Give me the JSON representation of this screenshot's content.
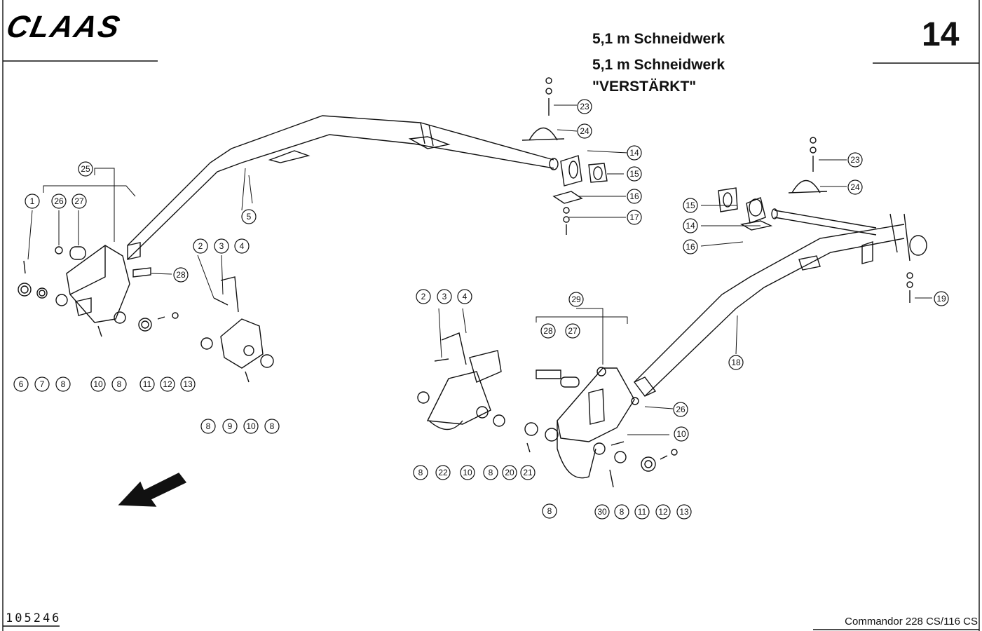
{
  "header": {
    "logo": "CLAAS",
    "title_line1": "5,1 m Schneidwerk",
    "title_line2": "5,1 m Schneidwerk",
    "title_line3": "\"VERSTÄRKT\"",
    "page_number": "14"
  },
  "footer": {
    "drawing_code": "105246",
    "model": "Commandor  228 CS/116 CS"
  },
  "callouts": [
    "1",
    "2",
    "3",
    "4",
    "5",
    "6",
    "7",
    "8",
    "9",
    "10",
    "11",
    "12",
    "13",
    "14",
    "15",
    "16",
    "17",
    "18",
    "19",
    "20",
    "21",
    "22",
    "23",
    "24",
    "25",
    "26",
    "27",
    "28",
    "29",
    "30"
  ]
}
